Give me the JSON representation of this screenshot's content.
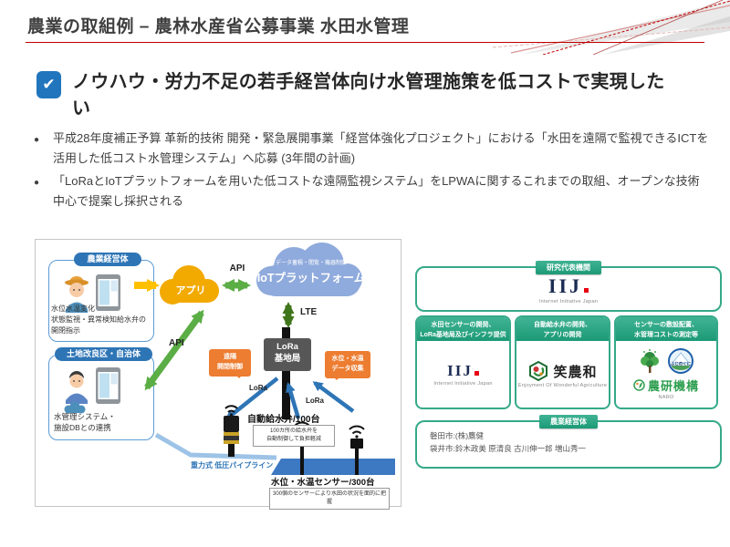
{
  "colors": {
    "accent_red": "#C00000",
    "check_blue": "#2175BC",
    "box_blue_border": "#5B9BD5",
    "pill_blue": "#2E75B6",
    "app_cloud_orange": "#F2A900",
    "iot_cloud_blue": "#8FAADC",
    "api_arrow_green": "#5BAD45",
    "lte_arrow_green": "#40761B",
    "callout_orange": "#ED7D31",
    "station_gray": "#575757",
    "lora_arrow_blue": "#2E75B6",
    "water_blue": "#3D78C2",
    "pipeline_blue": "#9DC3E6",
    "panel_green": "#2AA183",
    "iij_navy": "#1B2B52",
    "iij_red": "#E60012",
    "naro_green": "#2E9E4F"
  },
  "slide": {
    "title": "農業の取組例 – 農林水産省公募事業 水田水管理"
  },
  "headline": {
    "check_glyph": "✔",
    "text": "ノウハウ・労力不足の若手経営体向け水管理施策を低コストで実現したい"
  },
  "bullets": [
    {
      "text": "平成28年度補正予算 革新的技術 開発・緊急展開事業「経営体強化プロジェクト」における「水田を遠隔で監視できるICTを活用した低コスト水管理システム」へ応募 (3年間の計画)"
    },
    {
      "text": "「LoRaとIoTプラットフォームを用いた低コストな遠隔監視システム」をLPWAに関するこれまでの取組、オープンな技術中心で提案し採択される"
    }
  ],
  "diagram": {
    "farm_box": {
      "header": "農業経営体",
      "body": "水位水温変化\n状態監視・異常検知給水弁の\n開閉指示"
    },
    "district_box": {
      "header": "土地改良区・自治体",
      "body": "水管理システム・\n施設DBとの連携"
    },
    "app_cloud": {
      "label": "アプリ"
    },
    "iot_cloud": {
      "label": "IoTプラットフォーム",
      "sublabel": "データ蓄積・閲覧・機器制御"
    },
    "labels": {
      "api_top": "API",
      "api_side": "API",
      "lte": "LTE",
      "lora_1": "LoRa",
      "lora_2": "LoRa"
    },
    "base_station": {
      "label": "LoRa\n基地局"
    },
    "callouts": {
      "left": "遠隔\n開閉制御",
      "right": "水位・水温\nデータ収集"
    },
    "valve": {
      "title": "自動給水弁/100台",
      "note": "100カ所の給水弁を\n自動制御して負担軽減"
    },
    "sensor": {
      "title": "水位・水温センサー/300台",
      "note": "300個のセンサーにより水田の状況を面的に把握"
    },
    "pipeline": {
      "label": "重力式 低圧パイプライン"
    }
  },
  "panel": {
    "lead": {
      "header": "研究代表機関",
      "logo_text": "IIJ",
      "logo_tagline": "Internet Initiative Japan"
    },
    "members": [
      {
        "header": "水田センサーの開発、\nLoRa基地局及びインフラ提供",
        "logo_text": "IIJ",
        "logo_tagline": "Internet Initiative Japan"
      },
      {
        "header": "自動給水弁の開発、\nアプリの開発",
        "logo_text": "笑農和",
        "logo_tagline": "Enjoyment Of Wonderful Agriculture"
      },
      {
        "header": "センサーの敷設配置、\n水管理コストの測定等",
        "badge_text": "ふじのくに",
        "logo_text": "農研機構",
        "logo_tagline": "NARO"
      }
    ],
    "farmers": {
      "header": "農業経営体",
      "lines": [
        "磐田市:(株)鷹健",
        "袋井市:鈴木政美 原清良 古川伸一郎 増山秀一"
      ]
    }
  }
}
